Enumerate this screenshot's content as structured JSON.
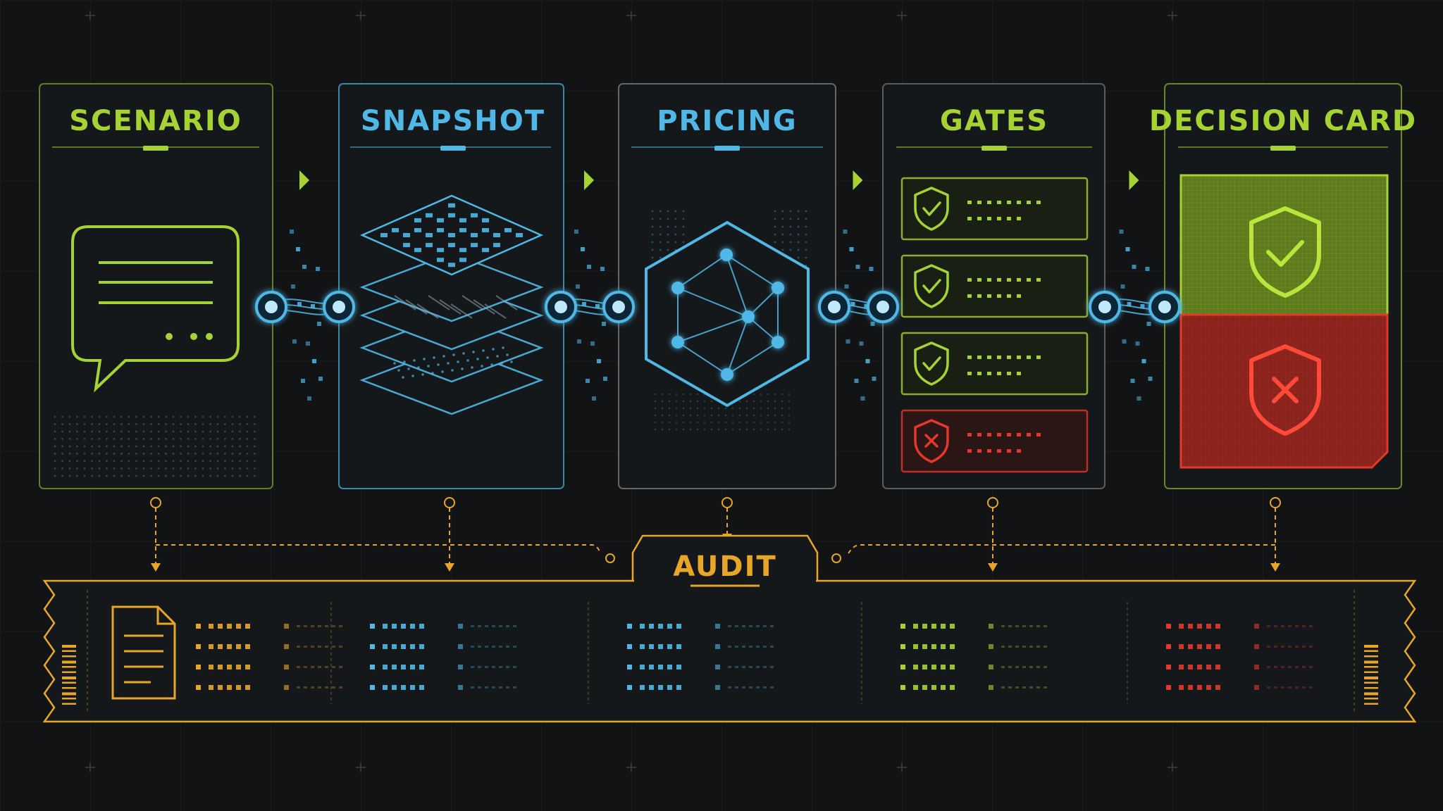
{
  "colors": {
    "background": "#111315",
    "grid": "#23272b",
    "green": "#a6d334",
    "blue": "#4fb8e6",
    "red": "#e6372b",
    "amber": "#e8a628",
    "panel_fill": "#15181a"
  },
  "stages": [
    {
      "title": "SCENARIO",
      "accent": "green",
      "icon": "chat-bubble-icon"
    },
    {
      "title": "SNAPSHOT",
      "accent": "blue",
      "icon": "stacked-layers-icon"
    },
    {
      "title": "PRICING",
      "accent": "blue",
      "icon": "hexagon-network-icon"
    },
    {
      "title": "GATES",
      "accent": "green",
      "icon": "shield-check-icon"
    },
    {
      "title": "DECISION CARD",
      "accent": "green",
      "icon": "shield-decision-icon"
    }
  ],
  "gates": [
    {
      "status": "pass",
      "icon": "shield-check-icon"
    },
    {
      "status": "pass",
      "icon": "shield-check-icon"
    },
    {
      "status": "pass",
      "icon": "shield-check-icon"
    },
    {
      "status": "fail",
      "icon": "shield-x-icon"
    }
  ],
  "decision": {
    "approve_icon": "shield-check-icon",
    "reject_icon": "shield-x-icon"
  },
  "audit": {
    "title": "AUDIT",
    "icon": "document-icon",
    "columns": [
      "amber",
      "blue",
      "blue",
      "green",
      "red"
    ]
  }
}
